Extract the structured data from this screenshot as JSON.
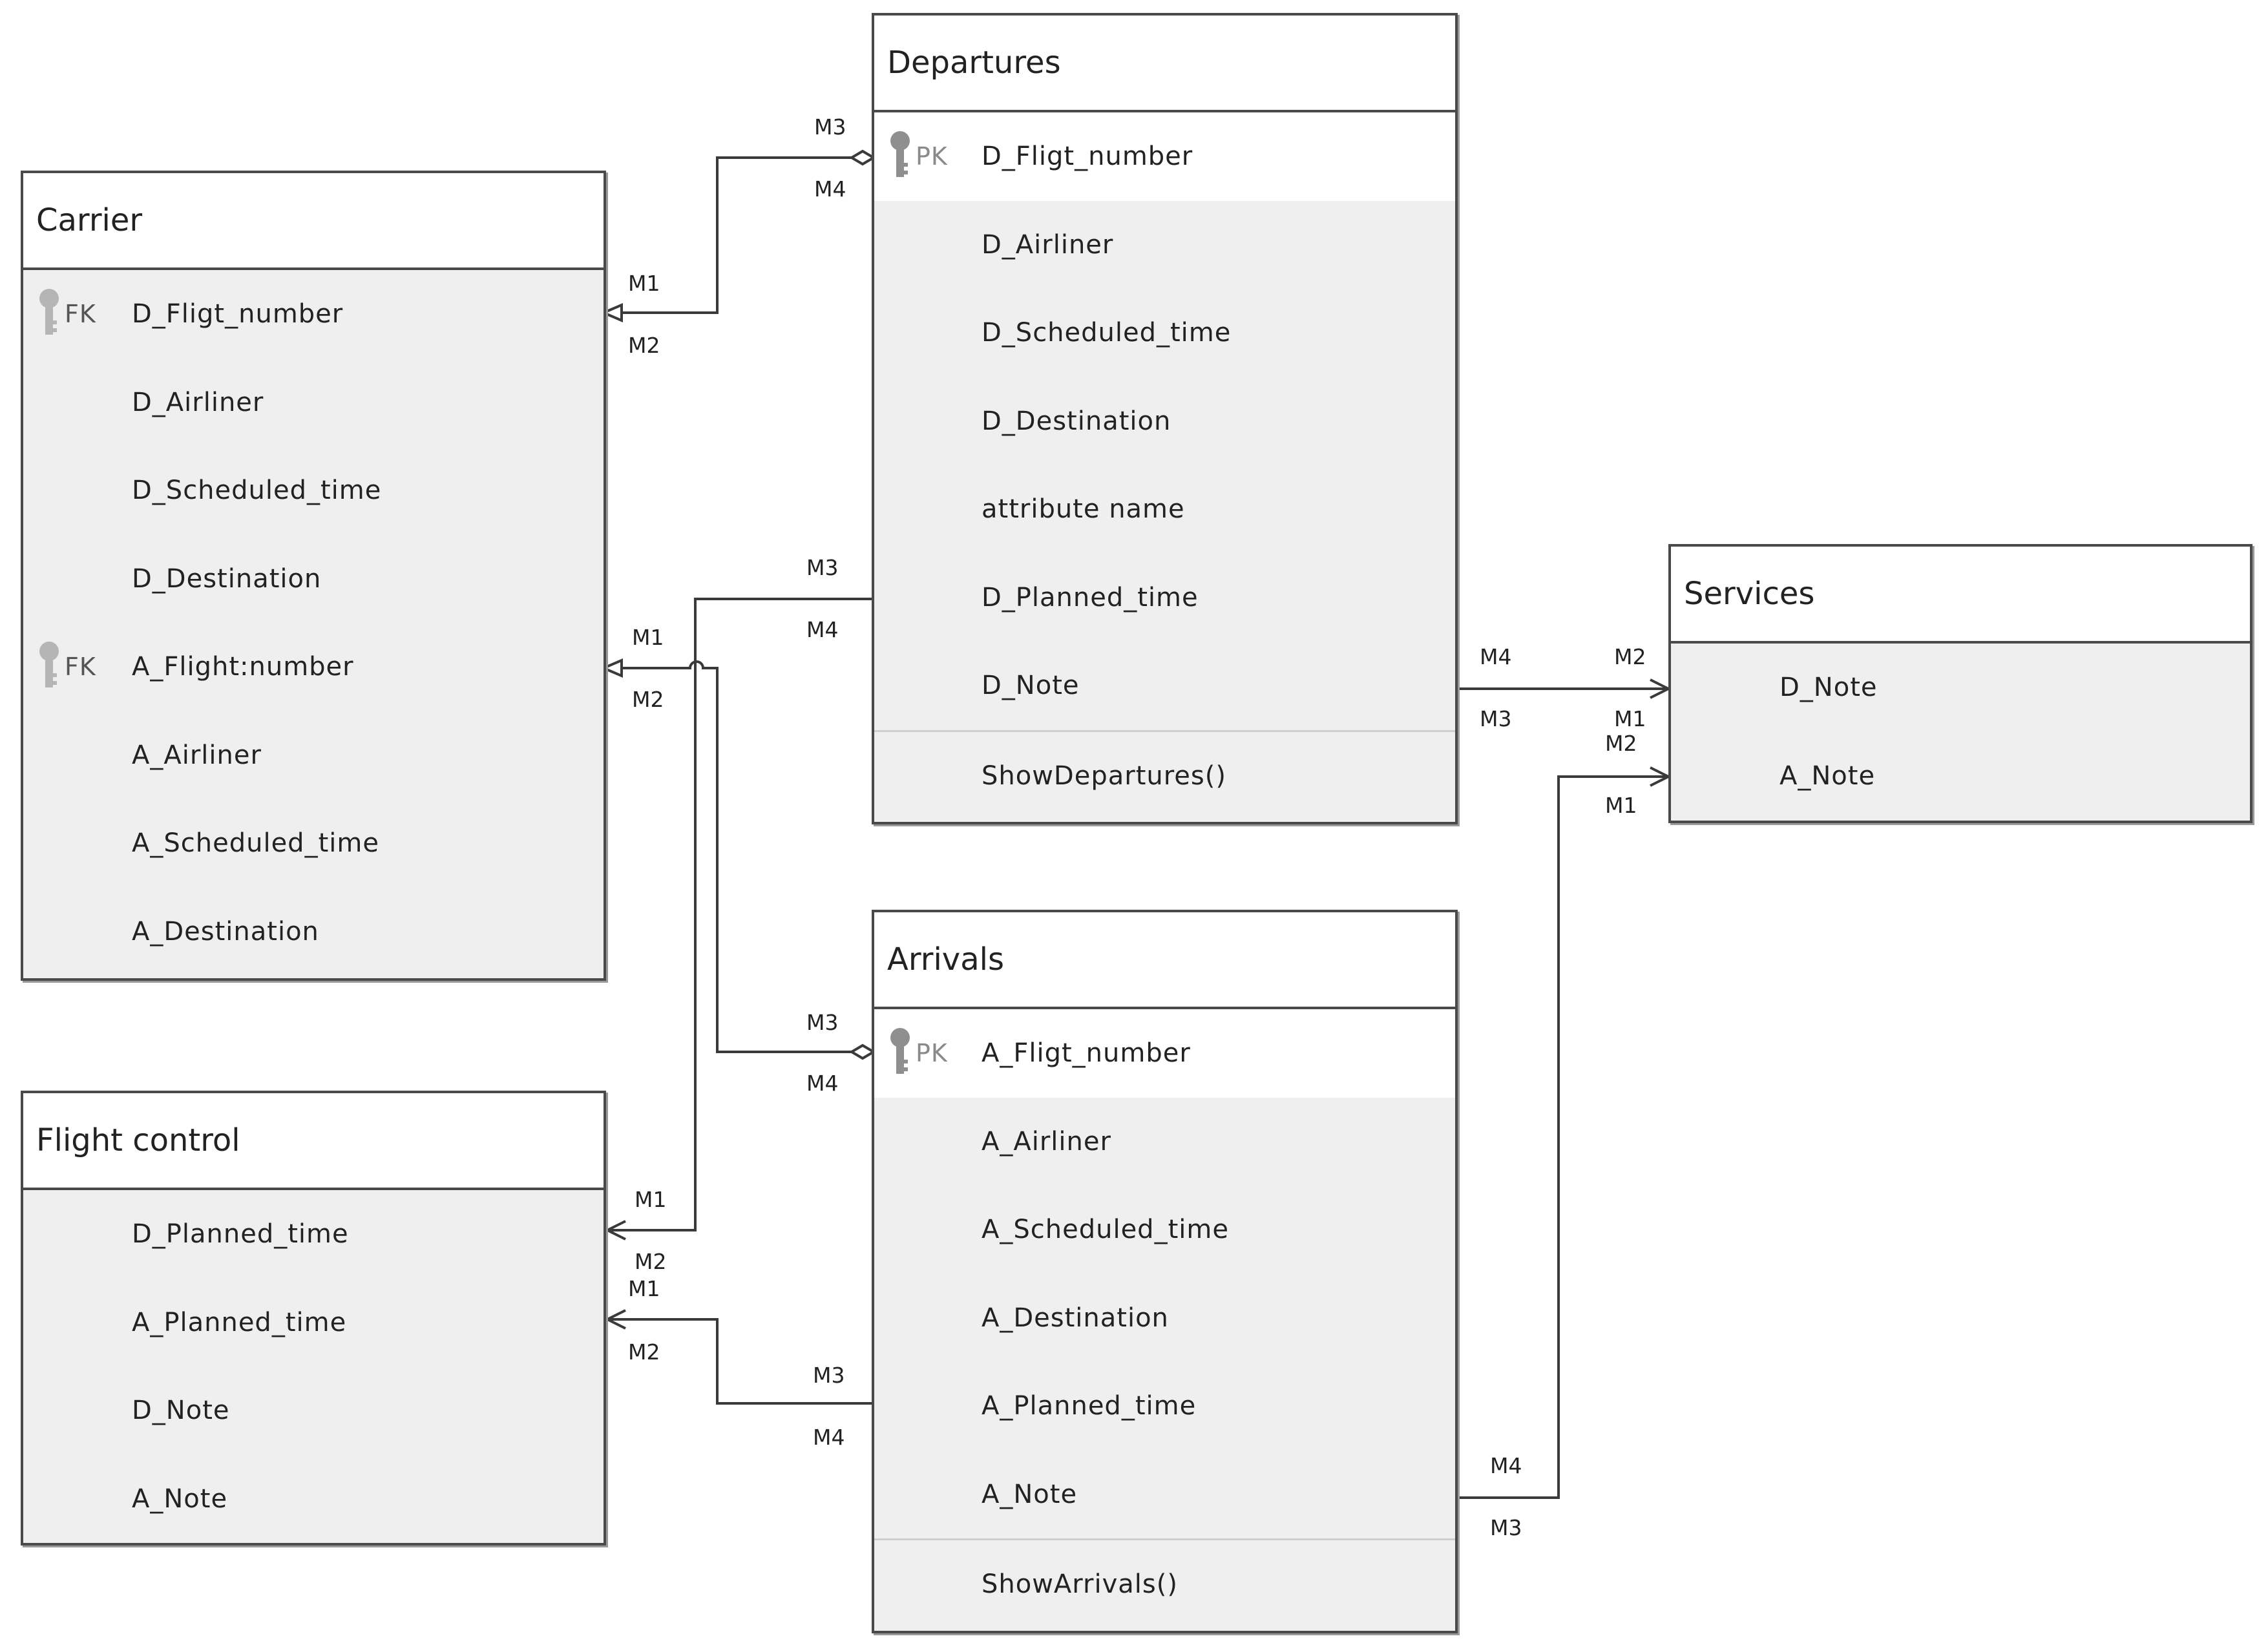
{
  "entities": {
    "carrier": {
      "title": "Carrier",
      "attributes": [
        {
          "key": "FK",
          "name": "D_Fligt_number"
        },
        {
          "key": "",
          "name": "D_Airliner"
        },
        {
          "key": "",
          "name": "D_Scheduled_time"
        },
        {
          "key": "",
          "name": "D_Destination"
        },
        {
          "key": "FK",
          "name": "A_Flight:number"
        },
        {
          "key": "",
          "name": "A_Airliner"
        },
        {
          "key": "",
          "name": "A_Scheduled_time"
        },
        {
          "key": "",
          "name": "A_Destination"
        }
      ]
    },
    "departures": {
      "title": "Departures",
      "attributes": [
        {
          "key": "PK",
          "name": "D_Fligt_number"
        },
        {
          "key": "",
          "name": "D_Airliner"
        },
        {
          "key": "",
          "name": "D_Scheduled_time"
        },
        {
          "key": "",
          "name": "D_Destination"
        },
        {
          "key": "",
          "name": "attribute name"
        },
        {
          "key": "",
          "name": "D_Planned_time"
        },
        {
          "key": "",
          "name": "D_Note"
        }
      ],
      "methods": [
        "ShowDepartures()"
      ]
    },
    "services": {
      "title": "Services",
      "attributes": [
        {
          "key": "",
          "name": "D_Note"
        },
        {
          "key": "",
          "name": "A_Note"
        }
      ]
    },
    "arrivals": {
      "title": "Arrivals",
      "attributes": [
        {
          "key": "PK",
          "name": "A_Fligt_number"
        },
        {
          "key": "",
          "name": "A_Airliner"
        },
        {
          "key": "",
          "name": "A_Scheduled_time"
        },
        {
          "key": "",
          "name": "A_Destination"
        },
        {
          "key": "",
          "name": "A_Planned_time"
        },
        {
          "key": "",
          "name": "A_Note"
        }
      ],
      "methods": [
        "ShowArrivals()"
      ]
    },
    "flight_control": {
      "title": "Flight control",
      "attributes": [
        {
          "key": "",
          "name": "D_Planned_time"
        },
        {
          "key": "",
          "name": "A_Planned_time"
        },
        {
          "key": "",
          "name": "D_Note"
        },
        {
          "key": "",
          "name": "A_Note"
        }
      ]
    }
  },
  "connectors": [
    {
      "id": "departures-carrier",
      "labels": [
        "M3",
        "M4",
        "M1",
        "M2"
      ]
    },
    {
      "id": "departures-flightcontrol",
      "labels": [
        "M3",
        "M4",
        "M1",
        "M2"
      ]
    },
    {
      "id": "arrivals-carrier",
      "labels": [
        "M3",
        "M4",
        "M1",
        "M2"
      ]
    },
    {
      "id": "arrivals-flightcontrol",
      "labels": [
        "M3",
        "M4",
        "M1",
        "M2"
      ]
    },
    {
      "id": "departures-services",
      "labels": [
        "M4",
        "M3",
        "M2",
        "M1"
      ]
    },
    {
      "id": "arrivals-services",
      "labels": [
        "M4",
        "M3",
        "M2",
        "M1"
      ]
    }
  ],
  "colors": {
    "line": "#3a3a3a",
    "border": "#4a4a4a",
    "body": "#efefef",
    "key_icon": "#a8a8a8"
  }
}
